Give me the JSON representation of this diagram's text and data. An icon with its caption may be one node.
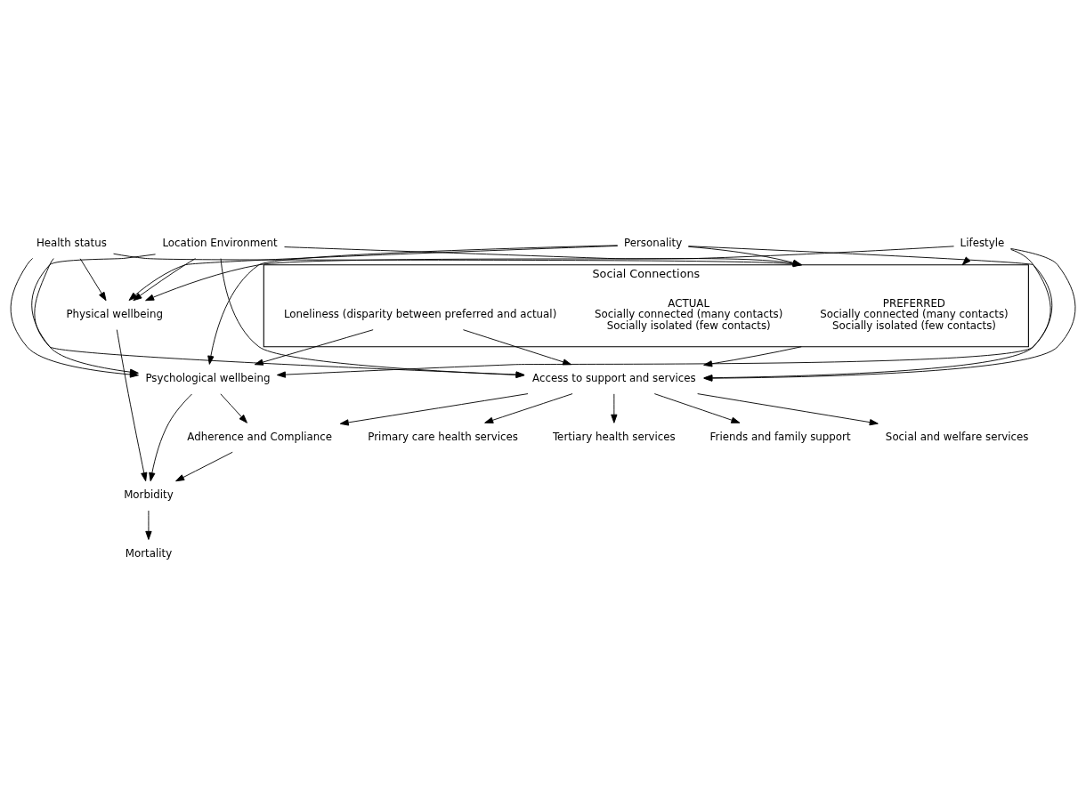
{
  "diagram": {
    "nodes": [
      {
        "text": [
          "Location Environment"
        ]
      },
      {
        "text": [
          "Lifestyle"
        ]
      },
      {
        "text": [
          "Health status"
        ]
      },
      {
        "text": [
          "Personality"
        ]
      },
      {
        "text": [
          "Social Connections"
        ]
      },
      {
        "text": [
          "PREFERRED",
          "Socially connected (many contacts)",
          "Socially isolated (few contacts)"
        ],
        "in": 4
      },
      {
        "text": [
          "ACTUAL",
          "Socially connected (many contacts)",
          "Socially isolated (few contacts)"
        ],
        "in": 4
      },
      {
        "text": [
          "Loneliness (disparity between preferred and actual)"
        ],
        "in": 4
      },
      {
        "text": [
          "Access to support and services"
        ]
      },
      {
        "text": [
          "Friends and family support"
        ]
      },
      {
        "text": [
          "Social and welfare services"
        ]
      },
      {
        "text": [
          "Primary care health services"
        ]
      },
      {
        "text": [
          "Tertiary health services"
        ]
      },
      {
        "text": [
          "Psychological wellbeing"
        ]
      },
      {
        "text": [
          "Physical wellbeing"
        ]
      },
      {
        "text": [
          "Adherence and Compliance"
        ]
      },
      {
        "text": [
          "Morbidity"
        ]
      },
      {
        "text": [
          "Mortality"
        ]
      }
    ],
    "edges": [
      {
        "from": 0,
        "to": 4,
        "arrow": "to"
      },
      {
        "from": 1,
        "to": 4,
        "arrow": "to"
      },
      {
        "from": 2,
        "to": 4,
        "arrow": "to"
      },
      {
        "from": 3,
        "to": 4,
        "arrow": "to"
      },
      {
        "from": 0,
        "to": 8,
        "arrow": "to"
      },
      {
        "from": 1,
        "to": 8,
        "arrow": "to"
      },
      {
        "from": 2,
        "to": 8,
        "arrow": "to"
      },
      {
        "from": 3,
        "to": 8,
        "arrow": "to"
      },
      {
        "from": 0,
        "to": 13,
        "arrow": "to"
      },
      {
        "from": 1,
        "to": 13,
        "arrow": "to"
      },
      {
        "from": 2,
        "to": 13,
        "arrow": "to"
      },
      {
        "from": 3,
        "to": 13,
        "arrow": "to"
      },
      {
        "from": 0,
        "to": 14,
        "arrow": "to"
      },
      {
        "from": 1,
        "to": 14,
        "arrow": "to"
      },
      {
        "from": 2,
        "to": 14,
        "arrow": "to"
      },
      {
        "from": 3,
        "to": 14,
        "arrow": "to"
      },
      {
        "from": 4,
        "to": 8,
        "arrow": "to"
      },
      {
        "from": 7,
        "to": 8,
        "arrow": "to"
      },
      {
        "from": 7,
        "to": 13,
        "arrow": "to"
      },
      {
        "from": 8,
        "to": 9,
        "arrow": "to"
      },
      {
        "from": 8,
        "to": 10,
        "arrow": "to"
      },
      {
        "from": 8,
        "to": 11,
        "arrow": "to"
      },
      {
        "from": 8,
        "to": 12,
        "arrow": "to"
      },
      {
        "from": 8,
        "to": 15,
        "arrow": "to"
      },
      {
        "from": 13,
        "to": 15,
        "arrow": "to"
      },
      {
        "from": 13,
        "to": 16,
        "arrow": "to"
      },
      {
        "from": 14,
        "to": 16,
        "arrow": "to"
      },
      {
        "from": 15,
        "to": 16,
        "arrow": "to"
      },
      {
        "from": 16,
        "to": 17,
        "arrow": "to"
      }
    ]
  }
}
